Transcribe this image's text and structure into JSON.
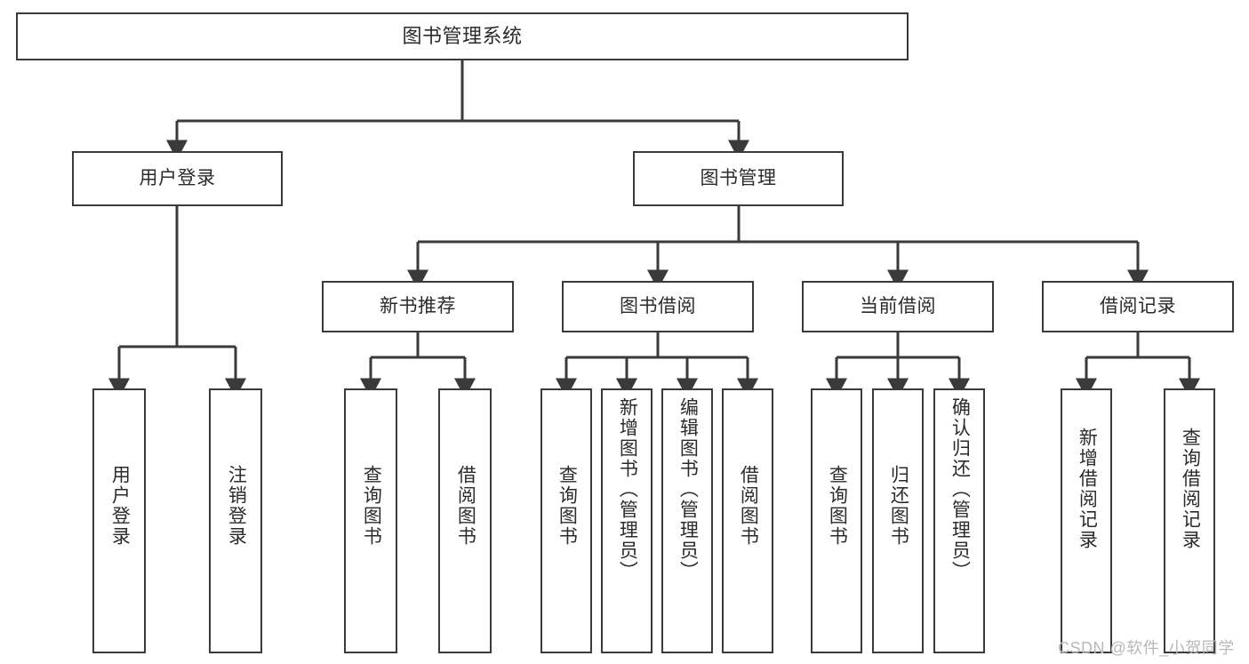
{
  "diagram": {
    "title": "图书管理系统",
    "type": "hierarchy-tree",
    "levels": 4,
    "nodes": {
      "root": {
        "label": "图书管理系统"
      },
      "level2": [
        {
          "id": "user-login",
          "label": "用户登录"
        },
        {
          "id": "book-manage",
          "label": "图书管理"
        }
      ],
      "level3": [
        {
          "id": "new-book-recommend",
          "label": "新书推荐",
          "parent": "book-manage"
        },
        {
          "id": "book-borrow",
          "label": "图书借阅",
          "parent": "book-manage"
        },
        {
          "id": "current-borrow",
          "label": "当前借阅",
          "parent": "book-manage"
        },
        {
          "id": "borrow-record",
          "label": "借阅记录",
          "parent": "book-manage"
        }
      ],
      "leaves": {
        "user-login": [
          {
            "id": "leaf-user-login",
            "label": "用户登录"
          },
          {
            "id": "leaf-logout",
            "label": "注销登录"
          }
        ],
        "new-book-recommend": [
          {
            "id": "leaf-query-book-1",
            "label": "查询图书"
          },
          {
            "id": "leaf-borrow-book-1",
            "label": "借阅图书"
          }
        ],
        "book-borrow": [
          {
            "id": "leaf-query-book-2",
            "label": "查询图书"
          },
          {
            "id": "leaf-add-book",
            "label": "新增图书（管理员）"
          },
          {
            "id": "leaf-edit-book",
            "label": "编辑图书（管理员）"
          },
          {
            "id": "leaf-borrow-book-2",
            "label": "借阅图书"
          }
        ],
        "current-borrow": [
          {
            "id": "leaf-query-book-3",
            "label": "查询图书"
          },
          {
            "id": "leaf-return-book",
            "label": "归还图书"
          },
          {
            "id": "leaf-confirm-return",
            "label": "确认归还（管理员）"
          }
        ],
        "borrow-record": [
          {
            "id": "leaf-add-record",
            "label": "新增借阅记录"
          },
          {
            "id": "leaf-query-record",
            "label": "查询借阅记录"
          }
        ]
      }
    },
    "colors": {
      "border": "#3a3a3a",
      "background": "#ffffff",
      "text": "#2b2b2b",
      "watermark": "#b8b8b8"
    }
  },
  "watermark": {
    "text": "CSDN @软件_小贺同学"
  }
}
